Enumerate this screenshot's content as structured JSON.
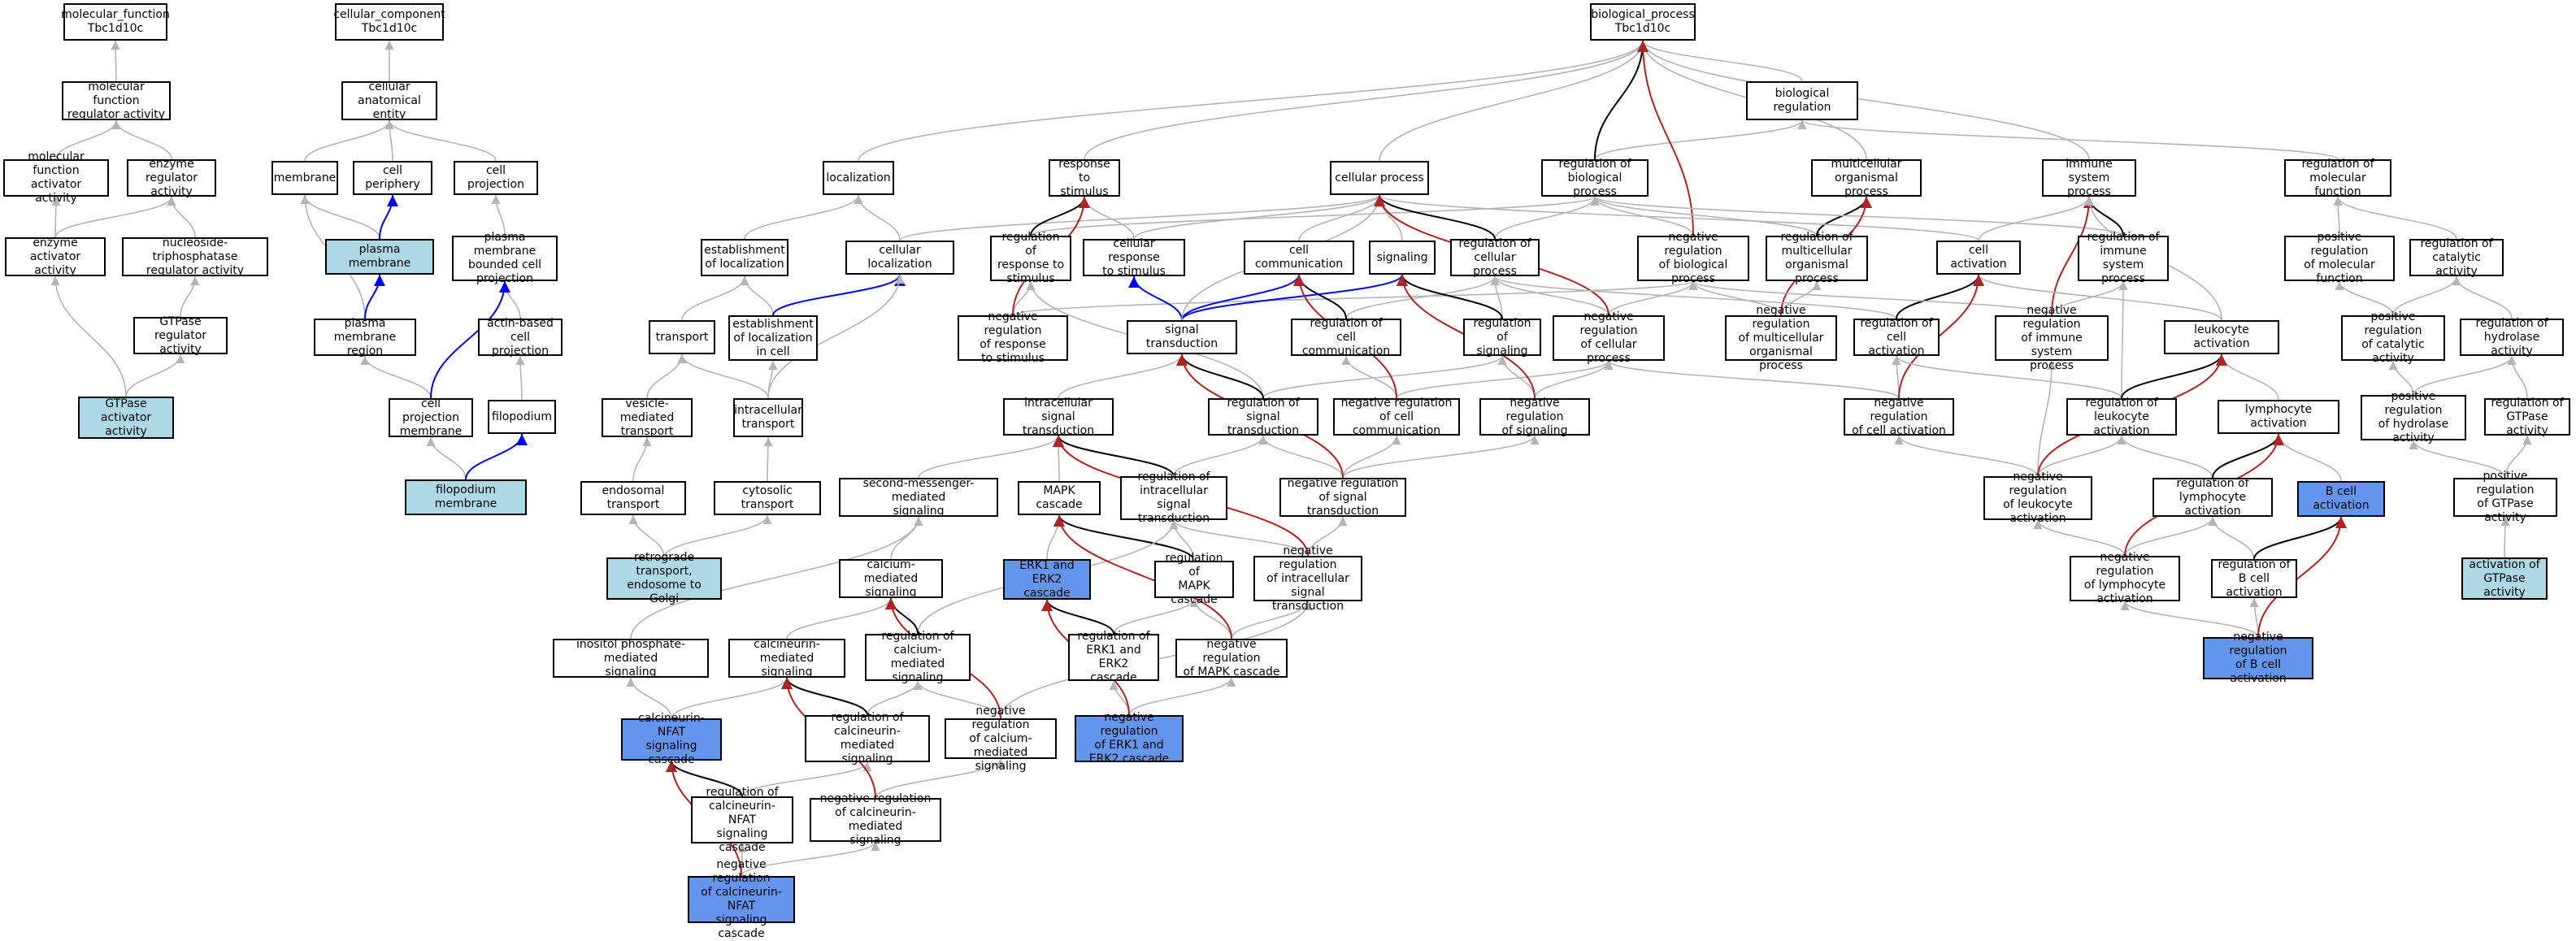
{
  "colors": {
    "is_a": "#b4b4b4",
    "part_of": "#0000ff",
    "regulates": "#000000",
    "negatively_regulates": "#b22222",
    "highlight_light": "#add8e6",
    "highlight_dark": "#6495ed"
  },
  "nodes": {
    "mf": "molecular_function\nTbc1d10c",
    "cc": "cellular_component\nTbc1d10c",
    "bp": "biological_process\nTbc1d10c",
    "mfra": "molecular function\nregulator activity",
    "cae": "cellular anatomical\nentity",
    "breg": "biological regulation",
    "mfaa": "molecular function\nactivator activity",
    "era": "enzyme regulator\nactivity",
    "membrane": "membrane",
    "cperiph": "cell periphery",
    "cproj": "cell projection",
    "loc": "localization",
    "rts": "response to\nstimulus",
    "cproc": "cellular process",
    "rbp": "regulation of\nbiological process",
    "mop": "multicellular\norganismal process",
    "isp": "immune system\nprocess",
    "rmf": "regulation of\nmolecular function",
    "eaa": "enzyme activator\nactivity",
    "ntpra": "nucleoside-triphosphatase\nregulator activity",
    "pm": "plasma membrane",
    "pmbcp": "plasma membrane\nbounded cell\nprojection",
    "eol": "establishment\nof localization",
    "cloc": "cellular localization",
    "rrts": "regulation of\nresponse to\nstimulus",
    "crts": "cellular response\nto stimulus",
    "ccomm": "cell communication",
    "sig": "signaling",
    "rcp": "regulation of\ncellular process",
    "nrbp": "negative regulation\nof biological\nprocess",
    "rmop": "regulation of\nmulticellular\norganismal process",
    "cact": "cell activation",
    "risp": "regulation of\nimmune system\nprocess",
    "prmf": "positive regulation\nof molecular\nfunction",
    "rca": "regulation of\ncatalytic activity",
    "gtpra": "GTPase regulator\nactivity",
    "pmr": "plasma membrane\nregion",
    "abcp": "actin-based\ncell projection",
    "transport": "transport",
    "elc": "establishment\nof localization\nin cell",
    "nrrts": "negative regulation\nof response\nto stimulus",
    "st": "signal transduction",
    "rcc": "regulation of\ncell communication",
    "rsig": "regulation of\nsignaling",
    "nrcp": "negative regulation\nof cellular\nprocess",
    "nrmop": "negative regulation\nof multicellular\norganismal process",
    "rcact": "regulation of\ncell activation",
    "nrisp": "negative regulation\nof immune system\nprocess",
    "lact": "leukocyte activation",
    "prca": "positive regulation\nof catalytic\nactivity",
    "rha": "regulation of\nhydrolase activity",
    "gaa": "GTPase activator\nactivity",
    "cpm": "cell projection\nmembrane",
    "filo": "filopodium",
    "vmt": "vesicle-mediated\ntransport",
    "ict": "intracellular\ntransport",
    "ist": "intracellular\nsignal transduction",
    "rst": "regulation of\nsignal transduction",
    "nrcc": "negative regulation\nof cell communication",
    "nrsig": "negative regulation\nof signaling",
    "nrcact": "negative regulation\nof cell activation",
    "rlact": "regulation of\nleukocyte activation",
    "lyact": "lymphocyte activation",
    "prha": "positive regulation\nof hydrolase\nactivity",
    "rgtpa": "regulation of\nGTPase activity",
    "fm": "filopodium membrane",
    "et": "endosomal transport",
    "ctr": "cytosolic transport",
    "smms": "second-messenger-mediated\nsignaling",
    "mapk": "MAPK cascade",
    "rist": "regulation of\nintracellular\nsignal transduction",
    "nrst": "negative regulation\nof signal transduction",
    "nrla": "negative regulation\nof leukocyte\nactivation",
    "rlya": "regulation of\nlymphocyte activation",
    "bca": "B cell activation",
    "pgtpa": "positive regulation\nof GTPase activity",
    "rtrans": "retrograde transport,\nendosome to\nGolgi",
    "cams": "calcium-mediated\nsignaling",
    "erk": "ERK1 and ERK2\ncascade",
    "rmapk": "regulation of\nMAPK cascade",
    "nrist": "negative regulation\nof intracellular\nsignal transduction",
    "nrlya": "negative regulation\nof lymphocyte\nactivation",
    "rbca": "regulation of\nB cell activation",
    "agtpa": "activation of\nGTPase activity",
    "ipms": "inositol phosphate-mediated\nsignaling",
    "cnms": "calcineurin-mediated\nsignaling",
    "rcams": "regulation of\ncalcium-mediated\nsignaling",
    "rerk": "regulation of\nERK1 and ERK2\ncascade",
    "nrmapk": "negative regulation\nof MAPK cascade",
    "nrbca": "negative regulation\nof B cell activation",
    "cnfat": "calcineurin-NFAT\nsignaling cascade",
    "rcnms": "regulation of\ncalcineurin-mediated\nsignaling",
    "nrcams": "negative regulation\nof calcium-mediated\nsignaling",
    "nrerk": "negative regulation\nof ERK1 and\nERK2 cascade",
    "rcnfat": "regulation of\ncalcineurin-NFAT\nsignaling cascade",
    "nrcnms": "negative regulation\nof calcineurin-mediated\nsignaling",
    "nrcnfat": "negative regulation\nof calcineurin-NFAT\nsignaling cascade"
  },
  "highlight": {
    "light": [
      "pm",
      "gaa",
      "fm",
      "rtrans",
      "agtpa"
    ],
    "dark": [
      "erk",
      "bca",
      "cnfat",
      "nrerk",
      "nrbca",
      "nrcnfat"
    ]
  },
  "edges": [
    [
      "mfra",
      "mf",
      "is_a"
    ],
    [
      "cae",
      "cc",
      "is_a"
    ],
    [
      "breg",
      "bp",
      "is_a"
    ],
    [
      "mfaa",
      "mfra",
      "is_a"
    ],
    [
      "era",
      "mfra",
      "is_a"
    ],
    [
      "membrane",
      "cae",
      "is_a"
    ],
    [
      "cperiph",
      "cae",
      "is_a"
    ],
    [
      "cproj",
      "cae",
      "is_a"
    ],
    [
      "loc",
      "bp",
      "is_a"
    ],
    [
      "rts",
      "bp",
      "is_a"
    ],
    [
      "cproc",
      "bp",
      "is_a"
    ],
    [
      "rbp",
      "breg",
      "is_a"
    ],
    [
      "rbp",
      "bp",
      "regulates"
    ],
    [
      "mop",
      "bp",
      "is_a"
    ],
    [
      "isp",
      "bp",
      "is_a"
    ],
    [
      "rmf",
      "breg",
      "is_a"
    ],
    [
      "eaa",
      "mfaa",
      "is_a"
    ],
    [
      "eaa",
      "era",
      "is_a"
    ],
    [
      "ntpra",
      "era",
      "is_a"
    ],
    [
      "pm",
      "membrane",
      "is_a"
    ],
    [
      "pm",
      "cperiph",
      "part_of"
    ],
    [
      "pmbcp",
      "cproj",
      "is_a"
    ],
    [
      "eol",
      "loc",
      "is_a"
    ],
    [
      "cloc",
      "loc",
      "is_a"
    ],
    [
      "cloc",
      "cproc",
      "is_a"
    ],
    [
      "rrts",
      "rbp",
      "is_a"
    ],
    [
      "rrts",
      "rts",
      "regulates"
    ],
    [
      "crts",
      "rts",
      "is_a"
    ],
    [
      "crts",
      "cproc",
      "is_a"
    ],
    [
      "ccomm",
      "cproc",
      "is_a"
    ],
    [
      "sig",
      "cproc",
      "is_a"
    ],
    [
      "rcp",
      "rbp",
      "is_a"
    ],
    [
      "rcp",
      "cproc",
      "regulates"
    ],
    [
      "nrbp",
      "rbp",
      "is_a"
    ],
    [
      "nrbp",
      "bp",
      "negatively_regulates"
    ],
    [
      "rmop",
      "rbp",
      "is_a"
    ],
    [
      "rmop",
      "mop",
      "regulates"
    ],
    [
      "cact",
      "cproc",
      "is_a"
    ],
    [
      "cact",
      "isp",
      "is_a"
    ],
    [
      "risp",
      "rbp",
      "is_a"
    ],
    [
      "risp",
      "isp",
      "regulates"
    ],
    [
      "prmf",
      "rmf",
      "is_a"
    ],
    [
      "rca",
      "rmf",
      "is_a"
    ],
    [
      "gtpra",
      "ntpra",
      "is_a"
    ],
    [
      "pmr",
      "membrane",
      "is_a"
    ],
    [
      "pmr",
      "pm",
      "part_of"
    ],
    [
      "abcp",
      "pmbcp",
      "is_a"
    ],
    [
      "transport",
      "eol",
      "is_a"
    ],
    [
      "elc",
      "eol",
      "is_a"
    ],
    [
      "elc",
      "cloc",
      "part_of"
    ],
    [
      "nrrts",
      "rrts",
      "is_a"
    ],
    [
      "nrrts",
      "nrbp",
      "is_a"
    ],
    [
      "nrrts",
      "rts",
      "negatively_regulates"
    ],
    [
      "st",
      "crts",
      "part_of"
    ],
    [
      "st",
      "ccomm",
      "part_of"
    ],
    [
      "st",
      "sig",
      "part_of"
    ],
    [
      "st",
      "cproc",
      "is_a"
    ],
    [
      "rcc",
      "rcp",
      "is_a"
    ],
    [
      "rcc",
      "ccomm",
      "regulates"
    ],
    [
      "rsig",
      "rcp",
      "is_a"
    ],
    [
      "rsig",
      "sig",
      "regulates"
    ],
    [
      "nrcp",
      "rcp",
      "is_a"
    ],
    [
      "nrcp",
      "nrbp",
      "is_a"
    ],
    [
      "nrcp",
      "cproc",
      "negatively_regulates"
    ],
    [
      "nrmop",
      "rmop",
      "is_a"
    ],
    [
      "nrmop",
      "nrbp",
      "is_a"
    ],
    [
      "nrmop",
      "mop",
      "negatively_regulates"
    ],
    [
      "rcact",
      "rcp",
      "is_a"
    ],
    [
      "rcact",
      "cact",
      "regulates"
    ],
    [
      "nrisp",
      "risp",
      "is_a"
    ],
    [
      "nrisp",
      "nrbp",
      "is_a"
    ],
    [
      "nrisp",
      "isp",
      "negatively_regulates"
    ],
    [
      "lact",
      "cact",
      "is_a"
    ],
    [
      "lact",
      "isp",
      "is_a"
    ],
    [
      "prca",
      "prmf",
      "is_a"
    ],
    [
      "prca",
      "rca",
      "is_a"
    ],
    [
      "rha",
      "rca",
      "is_a"
    ],
    [
      "gaa",
      "eaa",
      "is_a"
    ],
    [
      "gaa",
      "gtpra",
      "is_a"
    ],
    [
      "cpm",
      "pmr",
      "is_a"
    ],
    [
      "cpm",
      "pmbcp",
      "part_of"
    ],
    [
      "filo",
      "abcp",
      "is_a"
    ],
    [
      "vmt",
      "transport",
      "is_a"
    ],
    [
      "ict",
      "transport",
      "is_a"
    ],
    [
      "ict",
      "elc",
      "is_a"
    ],
    [
      "ict",
      "cloc",
      "is_a"
    ],
    [
      "ist",
      "st",
      "is_a"
    ],
    [
      "rst",
      "rrts",
      "is_a"
    ],
    [
      "rst",
      "rsig",
      "is_a"
    ],
    [
      "rst",
      "st",
      "regulates"
    ],
    [
      "nrcc",
      "rcc",
      "is_a"
    ],
    [
      "nrcc",
      "nrcp",
      "is_a"
    ],
    [
      "nrcc",
      "ccomm",
      "negatively_regulates"
    ],
    [
      "nrsig",
      "rsig",
      "is_a"
    ],
    [
      "nrsig",
      "nrcp",
      "is_a"
    ],
    [
      "nrsig",
      "sig",
      "negatively_regulates"
    ],
    [
      "nrcact",
      "rcact",
      "is_a"
    ],
    [
      "nrcact",
      "nrcp",
      "is_a"
    ],
    [
      "nrcact",
      "cact",
      "negatively_regulates"
    ],
    [
      "rlact",
      "rcact",
      "is_a"
    ],
    [
      "rlact",
      "risp",
      "is_a"
    ],
    [
      "rlact",
      "lact",
      "regulates"
    ],
    [
      "lyact",
      "lact",
      "is_a"
    ],
    [
      "prha",
      "prca",
      "is_a"
    ],
    [
      "prha",
      "rha",
      "is_a"
    ],
    [
      "rgtpa",
      "rha",
      "is_a"
    ],
    [
      "fm",
      "cpm",
      "is_a"
    ],
    [
      "fm",
      "filo",
      "part_of"
    ],
    [
      "et",
      "vmt",
      "is_a"
    ],
    [
      "ctr",
      "ict",
      "is_a"
    ],
    [
      "smms",
      "ist",
      "is_a"
    ],
    [
      "mapk",
      "ist",
      "is_a"
    ],
    [
      "rist",
      "ist",
      "regulates"
    ],
    [
      "rist",
      "rst",
      "is_a"
    ],
    [
      "nrst",
      "rst",
      "is_a"
    ],
    [
      "nrst",
      "nrcc",
      "is_a"
    ],
    [
      "nrst",
      "nrsig",
      "is_a"
    ],
    [
      "nrst",
      "st",
      "negatively_regulates"
    ],
    [
      "nrla",
      "nrcact",
      "is_a"
    ],
    [
      "nrla",
      "rlact",
      "is_a"
    ],
    [
      "nrla",
      "nrisp",
      "is_a"
    ],
    [
      "nrla",
      "lact",
      "negatively_regulates"
    ],
    [
      "rlya",
      "rlact",
      "is_a"
    ],
    [
      "rlya",
      "lyact",
      "regulates"
    ],
    [
      "bca",
      "lyact",
      "is_a"
    ],
    [
      "pgtpa",
      "prha",
      "is_a"
    ],
    [
      "pgtpa",
      "rgtpa",
      "is_a"
    ],
    [
      "rtrans",
      "et",
      "is_a"
    ],
    [
      "rtrans",
      "ctr",
      "is_a"
    ],
    [
      "cams",
      "smms",
      "is_a"
    ],
    [
      "erk",
      "mapk",
      "is_a"
    ],
    [
      "rmapk",
      "mapk",
      "regulates"
    ],
    [
      "rmapk",
      "rist",
      "is_a"
    ],
    [
      "nrist",
      "rist",
      "is_a"
    ],
    [
      "nrist",
      "nrst",
      "is_a"
    ],
    [
      "nrist",
      "ist",
      "negatively_regulates"
    ],
    [
      "nrlya",
      "nrla",
      "is_a"
    ],
    [
      "nrlya",
      "rlya",
      "is_a"
    ],
    [
      "nrlya",
      "lyact",
      "negatively_regulates"
    ],
    [
      "rbca",
      "rlya",
      "is_a"
    ],
    [
      "rbca",
      "bca",
      "regulates"
    ],
    [
      "agtpa",
      "pgtpa",
      "is_a"
    ],
    [
      "ipms",
      "smms",
      "is_a"
    ],
    [
      "cnms",
      "cams",
      "is_a"
    ],
    [
      "rcams",
      "rist",
      "is_a"
    ],
    [
      "rcams",
      "cams",
      "regulates"
    ],
    [
      "rerk",
      "rmapk",
      "is_a"
    ],
    [
      "rerk",
      "erk",
      "regulates"
    ],
    [
      "nrmapk",
      "rmapk",
      "is_a"
    ],
    [
      "nrmapk",
      "nrist",
      "is_a"
    ],
    [
      "nrmapk",
      "mapk",
      "negatively_regulates"
    ],
    [
      "nrbca",
      "nrlya",
      "is_a"
    ],
    [
      "nrbca",
      "rbca",
      "is_a"
    ],
    [
      "nrbca",
      "bca",
      "negatively_regulates"
    ],
    [
      "cnfat",
      "cnms",
      "is_a"
    ],
    [
      "cnfat",
      "ipms",
      "is_a"
    ],
    [
      "rcnms",
      "rcams",
      "is_a"
    ],
    [
      "rcnms",
      "cnms",
      "regulates"
    ],
    [
      "nrcams",
      "rcams",
      "is_a"
    ],
    [
      "nrcams",
      "nrist",
      "is_a"
    ],
    [
      "nrcams",
      "cams",
      "negatively_regulates"
    ],
    [
      "nrerk",
      "rerk",
      "is_a"
    ],
    [
      "nrerk",
      "nrmapk",
      "is_a"
    ],
    [
      "nrerk",
      "erk",
      "negatively_regulates"
    ],
    [
      "rcnfat",
      "rcnms",
      "is_a"
    ],
    [
      "rcnfat",
      "cnfat",
      "regulates"
    ],
    [
      "nrcnms",
      "rcnms",
      "is_a"
    ],
    [
      "nrcnms",
      "nrcams",
      "is_a"
    ],
    [
      "nrcnms",
      "cnms",
      "negatively_regulates"
    ],
    [
      "nrcnfat",
      "rcnfat",
      "is_a"
    ],
    [
      "nrcnfat",
      "nrcnms",
      "is_a"
    ],
    [
      "nrcnfat",
      "cnfat",
      "negatively_regulates"
    ]
  ]
}
